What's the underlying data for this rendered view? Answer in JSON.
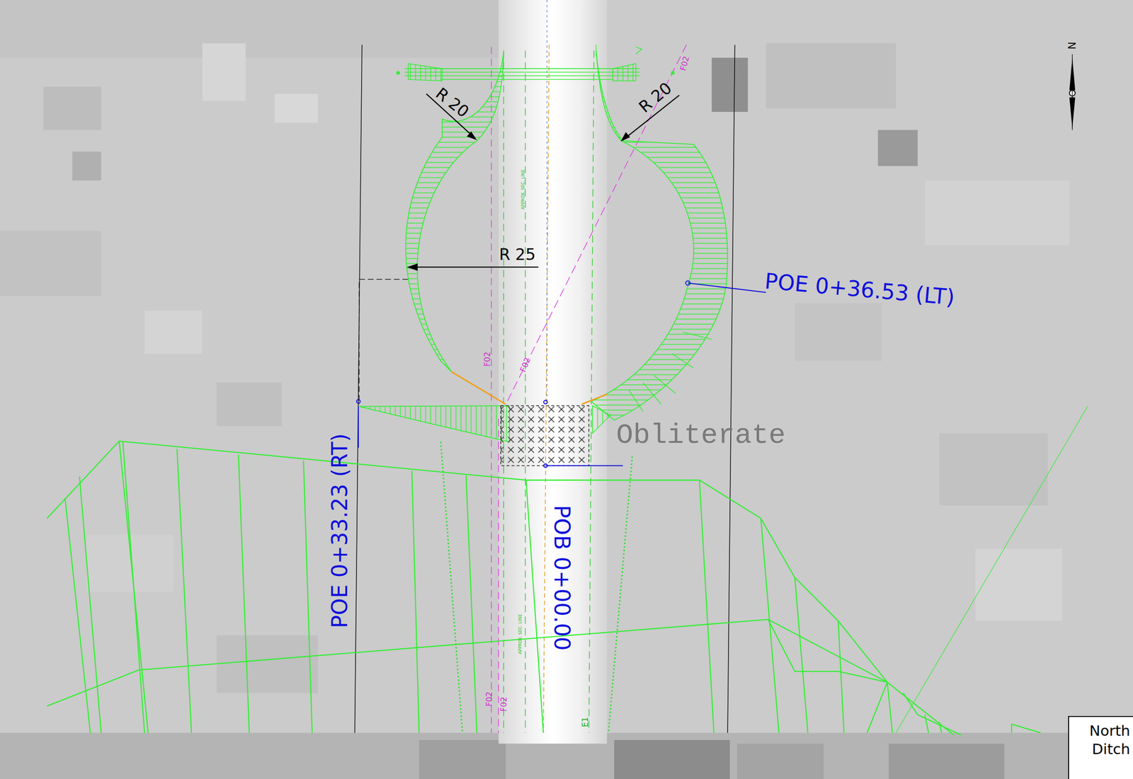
{
  "diagram": {
    "nodes": [
      {
        "text": [
          "North Ditch"
        ]
      }
    ],
    "labels": [
      "R 20",
      "R 20",
      "R 25",
      "POE 0+36.53 (LT)",
      "POE 0+33.23 (RT)",
      "POB 0+00.00",
      "Obliterate",
      "F02",
      "F02",
      "F02",
      "F02",
      "F02",
      "E1",
      "APPROX. SEC. LINE",
      "APPROX. SEC. LINE",
      "N"
    ]
  }
}
